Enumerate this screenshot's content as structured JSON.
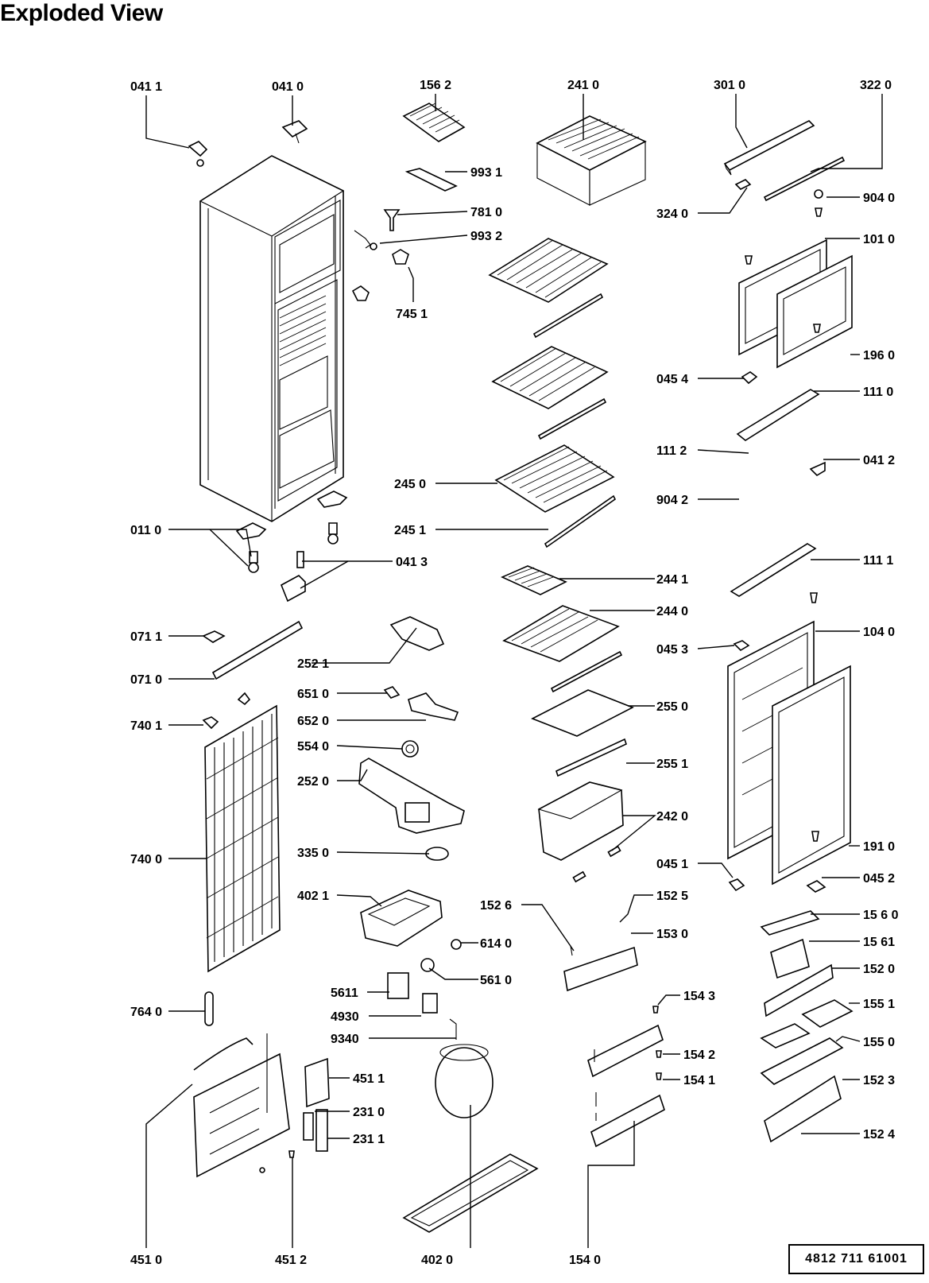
{
  "title": "Exploded View",
  "document_number": "4812  711  61001",
  "labels": [
    {
      "id": "l0411a",
      "text": "041 1"
    },
    {
      "id": "l0410",
      "text": "041 0"
    },
    {
      "id": "l1562",
      "text": "156 2"
    },
    {
      "id": "l2410",
      "text": "241  0"
    },
    {
      "id": "l3010",
      "text": "301 0"
    },
    {
      "id": "l3220",
      "text": "322 0"
    },
    {
      "id": "l9931",
      "text": "993 1"
    },
    {
      "id": "l7810",
      "text": "781 0"
    },
    {
      "id": "l9932",
      "text": "993 2"
    },
    {
      "id": "l7451",
      "text": "745 1"
    },
    {
      "id": "l3240",
      "text": "324 0"
    },
    {
      "id": "l9040",
      "text": "904 0"
    },
    {
      "id": "l1010",
      "text": "101 0"
    },
    {
      "id": "l1960",
      "text": "196 0"
    },
    {
      "id": "l0454",
      "text": "045 4"
    },
    {
      "id": "l1110",
      "text": "111 0"
    },
    {
      "id": "l1112",
      "text": "111 2"
    },
    {
      "id": "l0412",
      "text": "041 2"
    },
    {
      "id": "l9042",
      "text": "904 2"
    },
    {
      "id": "l2450",
      "text": "245 0"
    },
    {
      "id": "l2451",
      "text": "245 1"
    },
    {
      "id": "l0110",
      "text": "011 0"
    },
    {
      "id": "l0413",
      "text": "041 3"
    },
    {
      "id": "l2441",
      "text": "244 1"
    },
    {
      "id": "l1111",
      "text": "111 1"
    },
    {
      "id": "l2440",
      "text": "244 0"
    },
    {
      "id": "l0711",
      "text": "071 1"
    },
    {
      "id": "l1040",
      "text": "104 0"
    },
    {
      "id": "l0453",
      "text": "045 3"
    },
    {
      "id": "l2521",
      "text": "252 1"
    },
    {
      "id": "l0710",
      "text": "071 0"
    },
    {
      "id": "l6510",
      "text": "651 0"
    },
    {
      "id": "l2550",
      "text": "255 0"
    },
    {
      "id": "l7401",
      "text": "740 1"
    },
    {
      "id": "l6520",
      "text": "652 0"
    },
    {
      "id": "l5540",
      "text": "554 0"
    },
    {
      "id": "l2551",
      "text": "255 1"
    },
    {
      "id": "l2520",
      "text": "252 0"
    },
    {
      "id": "l2420",
      "text": "242 0"
    },
    {
      "id": "l7400",
      "text": "740 0"
    },
    {
      "id": "l3350",
      "text": "335 0"
    },
    {
      "id": "l1910",
      "text": "191 0"
    },
    {
      "id": "l0451",
      "text": "045 1"
    },
    {
      "id": "l0452",
      "text": "045 2"
    },
    {
      "id": "l4021",
      "text": "402 1"
    },
    {
      "id": "l1526",
      "text": "152 6"
    },
    {
      "id": "l1525",
      "text": "152 5"
    },
    {
      "id": "l1560",
      "text": "15 6 0"
    },
    {
      "id": "l6140",
      "text": "614 0"
    },
    {
      "id": "l1530",
      "text": "153  0"
    },
    {
      "id": "l1561",
      "text": "15 61"
    },
    {
      "id": "l5610",
      "text": "561 0"
    },
    {
      "id": "l1520",
      "text": "152 0"
    },
    {
      "id": "l5611",
      "text": "5611"
    },
    {
      "id": "l1543",
      "text": "154 3"
    },
    {
      "id": "l7640",
      "text": "764 0"
    },
    {
      "id": "l4930",
      "text": "4930"
    },
    {
      "id": "l1551",
      "text": "155 1"
    },
    {
      "id": "l9340",
      "text": "9340"
    },
    {
      "id": "l1550",
      "text": "155 0"
    },
    {
      "id": "l4511",
      "text": "451 1"
    },
    {
      "id": "l1542",
      "text": "154 2"
    },
    {
      "id": "l1541",
      "text": "154 1"
    },
    {
      "id": "l1523",
      "text": "152 3"
    },
    {
      "id": "l2310",
      "text": "231 0"
    },
    {
      "id": "l2311",
      "text": "231 1"
    },
    {
      "id": "l1524",
      "text": "152 4"
    },
    {
      "id": "l4510",
      "text": "451 0"
    },
    {
      "id": "l4512",
      "text": "451 2"
    },
    {
      "id": "l4020",
      "text": "402  0"
    },
    {
      "id": "l1540",
      "text": "154  0"
    }
  ]
}
